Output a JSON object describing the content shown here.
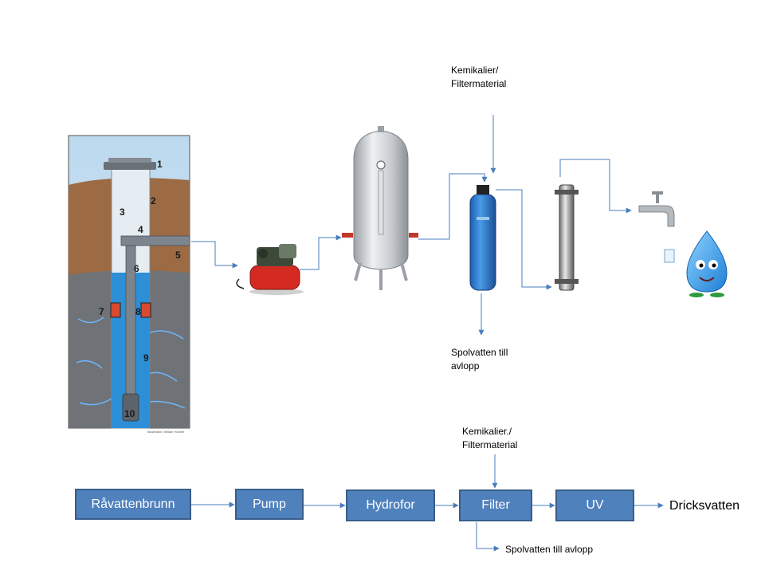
{
  "top_labels": {
    "chem_line1": "Kemikalier/",
    "chem_line2": "Filtermaterial",
    "spol_line1": "Spolvatten till",
    "spol_line2": "avlopp"
  },
  "well": {
    "numbers": [
      "1",
      "2",
      "3",
      "4",
      "5",
      "6",
      "7",
      "8",
      "9",
      "10"
    ],
    "credit": "Illustration: Miriam Holmer"
  },
  "flow": {
    "boxes": [
      "Råvattenbrunn",
      "Pump",
      "Hydrofor",
      "Filter",
      "UV"
    ],
    "end_label": "Dricksvatten",
    "chem_line1": "Kemikalier./",
    "chem_line2": "Filtermaterial",
    "drain_label": "Spolvatten till avlopp"
  },
  "colors": {
    "box_fill": "#4f81bd",
    "box_border": "#385d8a",
    "arrow": "#4a7ebb"
  }
}
